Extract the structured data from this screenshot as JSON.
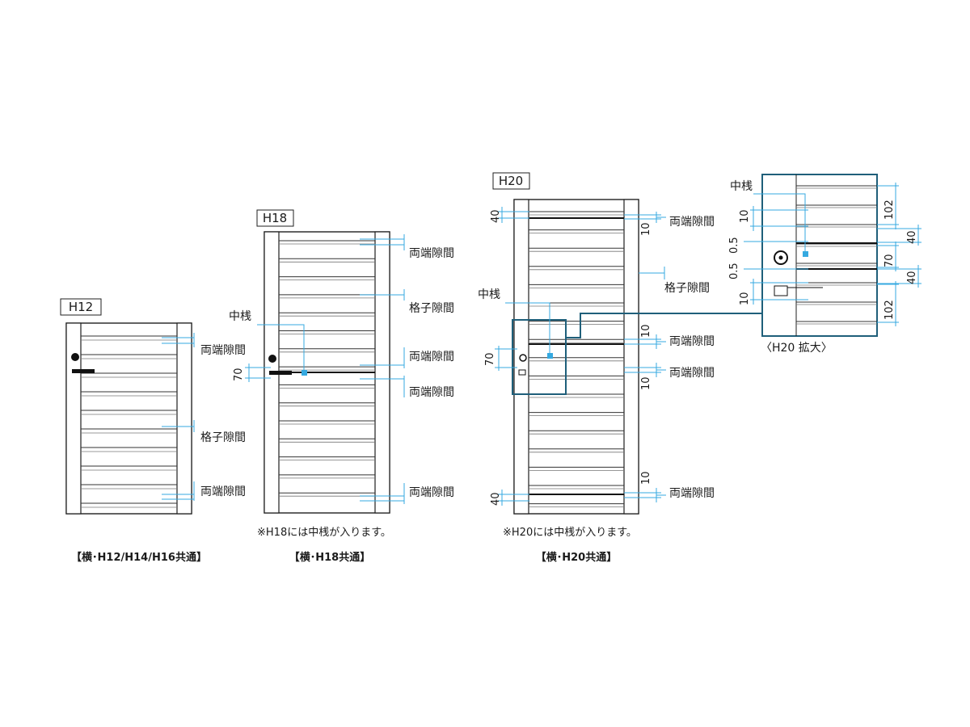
{
  "panels": {
    "h12": {
      "tag": "H12",
      "labels": {
        "top": "両端隙間",
        "middle": "格子隙間",
        "bottom": "両端隙間"
      },
      "caption": "【横･H12/H14/H16共通】"
    },
    "h18": {
      "tag": "H18",
      "center_rail": "中桟",
      "dim_70": "70",
      "labels": {
        "a": "両端隙間",
        "b": "格子隙間",
        "c": "両端隙間",
        "d": "両端隙間",
        "e": "両端隙間"
      },
      "note": "※H18には中桟が入ります。",
      "caption": "【横･H18共通】"
    },
    "h20": {
      "tag": "H20",
      "center_rail": "中桟",
      "dims": {
        "top40": "40",
        "top10": "10",
        "mid10a": "10",
        "mid10b": "10",
        "dim70": "70",
        "bot10": "10",
        "bot40": "40"
      },
      "labels": {
        "a": "両端隙間",
        "b": "格子隙間",
        "c": "両端隙間",
        "d": "両端隙間",
        "e": "両端隙間"
      },
      "note": "※H20には中桟が入ります。",
      "caption": "【横･H20共通】"
    },
    "zoom": {
      "center_rail": "中桟",
      "dims_left": [
        "10",
        "0.5",
        "0.5",
        "10"
      ],
      "dims_right": [
        "102",
        "40",
        "70",
        "40",
        "102"
      ],
      "caption": "〈H20 拡大〉"
    }
  }
}
